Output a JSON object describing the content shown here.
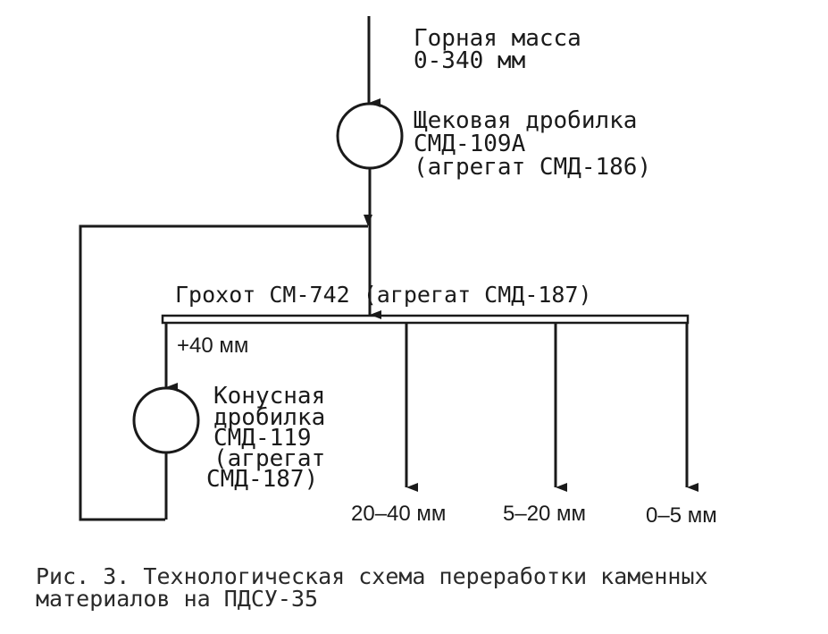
{
  "input": {
    "title": "Горная масса",
    "size": "0-340 мм"
  },
  "jaw_crusher": {
    "name": "Щековая дробилка",
    "model": "СМД-109А",
    "unit": "(агрегат СМД-186)"
  },
  "screen": {
    "label": "Грохот СМ-742 (агрегат СМД-187)",
    "oversize": "+40 мм"
  },
  "cone_crusher": {
    "line1": "Конусная",
    "line2": "дробилка",
    "model": "СМД-119",
    "unit_line1": "(агрегат",
    "unit_line2": "СМД-187)"
  },
  "products": [
    {
      "label": "20–40 мм"
    },
    {
      "label": "5–20 мм"
    },
    {
      "label": "0–5 мм"
    }
  ],
  "caption": {
    "line1": "Рис. 3. Технологическая схема переработки каменных",
    "line2": "материалов на ПДСУ-35"
  },
  "colors": {
    "ink": "#1a1a1a",
    "paper": "#ffffff"
  }
}
